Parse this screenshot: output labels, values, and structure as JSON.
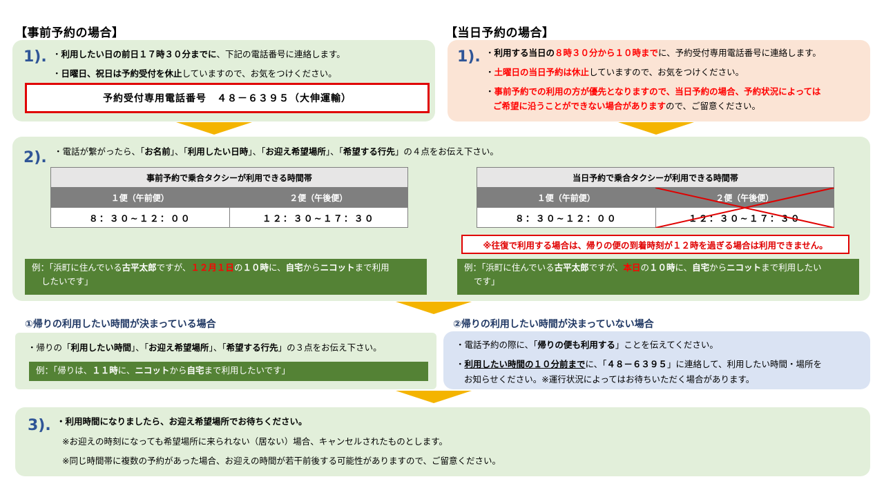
{
  "advance": {
    "heading": "【事前予約の場合】",
    "step1": "1).",
    "line1_pre": "・",
    "line1_bold": "利用したい日の前日１７時３０分までに",
    "line1_post": "、下記の電話番号に連絡します。",
    "line2_pre": "・",
    "line2_bold": "日曜日、祝日は予約受付を休止",
    "line2_post": "していますので、お気をつけください。",
    "phone_label": "予約受付専用電話番号　４８－６３９５（大伸運輸）"
  },
  "sameday": {
    "heading": "【当日予約の場合】",
    "step1": "1).",
    "line1_pre": "・",
    "line1_bold": "利用する当日の",
    "line1_red": "８時３０分から１０時まで",
    "line1_post": "に、予約受付専用電話番号に連絡します。",
    "line2_pre": "・",
    "line2_red": "土曜日の当日予約は休止",
    "line2_post": "していますので、お気をつけください。",
    "line3_pre": "・",
    "line3_red": "事前予約での利用の方が優先となりますので、当日予約の場合、予約状況によっては",
    "line4_red": "ご希望に沿うことができない場合があります",
    "line4_post": "ので、ご留意ください。"
  },
  "step2": {
    "label": "2).",
    "line_a": "・電話が繋がったら、「",
    "line_b": "お名前",
    "line_c": "」、「",
    "line_d": "利用したい日時",
    "line_e": "」、「",
    "line_f": "お迎え希望場所",
    "line_g": "」、「",
    "line_h": "希望する行先",
    "line_i": "」の４点をお伝え下さい。",
    "table_left": {
      "title": "事前予約で乗合タクシーが利用できる時間帯",
      "col1": "１便（午前便）",
      "col2": "２便（午後便）",
      "val1": "８：３０~１２：００",
      "val2": "１２：３０~１７：３０"
    },
    "table_right": {
      "title": "当日予約で乗合タクシーが利用できる時間帯",
      "col1": "１便（午前便）",
      "col2": "２便（午後便）",
      "val1": "８：３０~１２：００",
      "val2": "１２：３０~１７：３０"
    },
    "warning": "※往復で利用する場合は、帰りの便の到着時刻が１２時を過ぎる場合は利用できません。",
    "example_left_a": "例：「浜町に住んでいる",
    "example_left_b": "古平太郎",
    "example_left_c": "ですが、",
    "example_left_d": "１２月１日",
    "example_left_e": "の",
    "example_left_f": "１０時",
    "example_left_g": "に、",
    "example_left_h": "自宅",
    "example_left_i": "から",
    "example_left_j": "ニコット",
    "example_left_k": "まで利用",
    "example_left_l": "したいです」",
    "example_right_a": "例：「浜町に住んでいる",
    "example_right_b": "古平太郎",
    "example_right_c": "ですが、",
    "example_right_d": "本日",
    "example_right_e": "の",
    "example_right_f": "１０時",
    "example_right_g": "に、",
    "example_right_h": "自宅",
    "example_right_i": "から",
    "example_right_j": "ニコット",
    "example_right_k": "まで利用したい",
    "example_right_l": "です」"
  },
  "return_decided": {
    "heading": "①帰りの利用したい時間が決まっている場合",
    "line_a": "・帰りの「",
    "line_b": "利用したい時間",
    "line_c": "」、「",
    "line_d": "お迎え希望場所",
    "line_e": "」、「",
    "line_f": "希望する行先",
    "line_g": "」の３点をお伝え下さい。",
    "example_a": "例：「帰りは、",
    "example_b": "１１時",
    "example_c": "に、",
    "example_d": "ニコット",
    "example_e": "から",
    "example_f": "自宅",
    "example_g": "まで利用したいです」"
  },
  "return_undecided": {
    "heading": "②帰りの利用したい時間が決まっていない場合",
    "line1_a": "・電話予約の際に、「",
    "line1_b": "帰りの便も利用する",
    "line1_c": "」ことを伝えてください。",
    "line2_a": "・",
    "line2_b": "利用したい時間の１０分前まで",
    "line2_c": "に、「",
    "line2_d": "４８－６３９５",
    "line2_e": "」に連絡して、利用したい時間・場所を",
    "line3": "お知らせください。※運行状況によってはお待ちいただく場合があります。"
  },
  "step3": {
    "label": "3).",
    "line1": "・利用時間になりましたら、お迎え希望場所でお待ちください。",
    "line2": "※お迎えの時刻になっても希望場所に来られない（居ない）場合、キャンセルされたものとします。",
    "line3": "※同じ時間帯に複数の予約があった場合、お迎えの時間が若干前後する可能性がありますので、ご留意ください。"
  },
  "colors": {
    "green_panel": "#e2efda",
    "pink_panel": "#fbe4d5",
    "blue_panel": "#dae3f3",
    "step_blue": "#2f5597",
    "arrow_gold": "#f4b400",
    "example_green": "#548235",
    "alert_red": "#ff0000"
  }
}
